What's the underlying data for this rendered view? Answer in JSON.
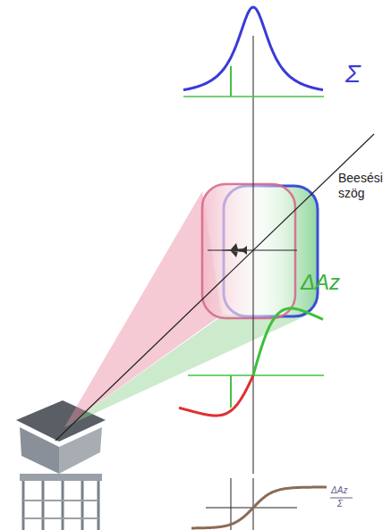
{
  "diagram": {
    "labels": [
      "Σ",
      "Beesési szög",
      "ΔAz",
      "ΔAz",
      "Σ"
    ]
  }
}
